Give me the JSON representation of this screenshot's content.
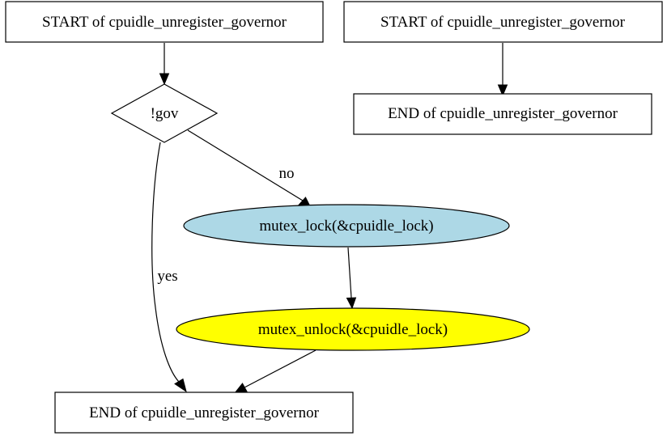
{
  "nodes": {
    "start_left": {
      "label": "START of cpuidle_unregister_governor",
      "shape": "box",
      "fill": "#ffffff"
    },
    "decision_gov": {
      "label": "!gov",
      "shape": "diamond",
      "fill": "#ffffff"
    },
    "mutex_lock": {
      "label": "mutex_lock(&cpuidle_lock)",
      "shape": "ellipse",
      "fill": "#add8e6"
    },
    "mutex_unlock": {
      "label": "mutex_unlock(&cpuidle_lock)",
      "shape": "ellipse",
      "fill": "#ffff00"
    },
    "end_left": {
      "label": "END of cpuidle_unregister_governor",
      "shape": "box",
      "fill": "#ffffff"
    },
    "start_right": {
      "label": "START of cpuidle_unregister_governor",
      "shape": "box",
      "fill": "#ffffff"
    },
    "end_right": {
      "label": "END of cpuidle_unregister_governor",
      "shape": "box",
      "fill": "#ffffff"
    }
  },
  "edges": {
    "start_to_decision": {
      "from": "start_left",
      "to": "decision_gov",
      "label": ""
    },
    "decision_no": {
      "from": "decision_gov",
      "to": "mutex_lock",
      "label": "no"
    },
    "decision_yes": {
      "from": "decision_gov",
      "to": "end_left",
      "label": "yes"
    },
    "lock_to_unlock": {
      "from": "mutex_lock",
      "to": "mutex_unlock",
      "label": ""
    },
    "unlock_to_end": {
      "from": "mutex_unlock",
      "to": "end_left",
      "label": ""
    },
    "right_start_to_end": {
      "from": "start_right",
      "to": "end_right",
      "label": ""
    }
  },
  "colors": {
    "stroke": "#000000",
    "lock_fill": "#add8e6",
    "unlock_fill": "#ffff00",
    "background": "#ffffff"
  }
}
